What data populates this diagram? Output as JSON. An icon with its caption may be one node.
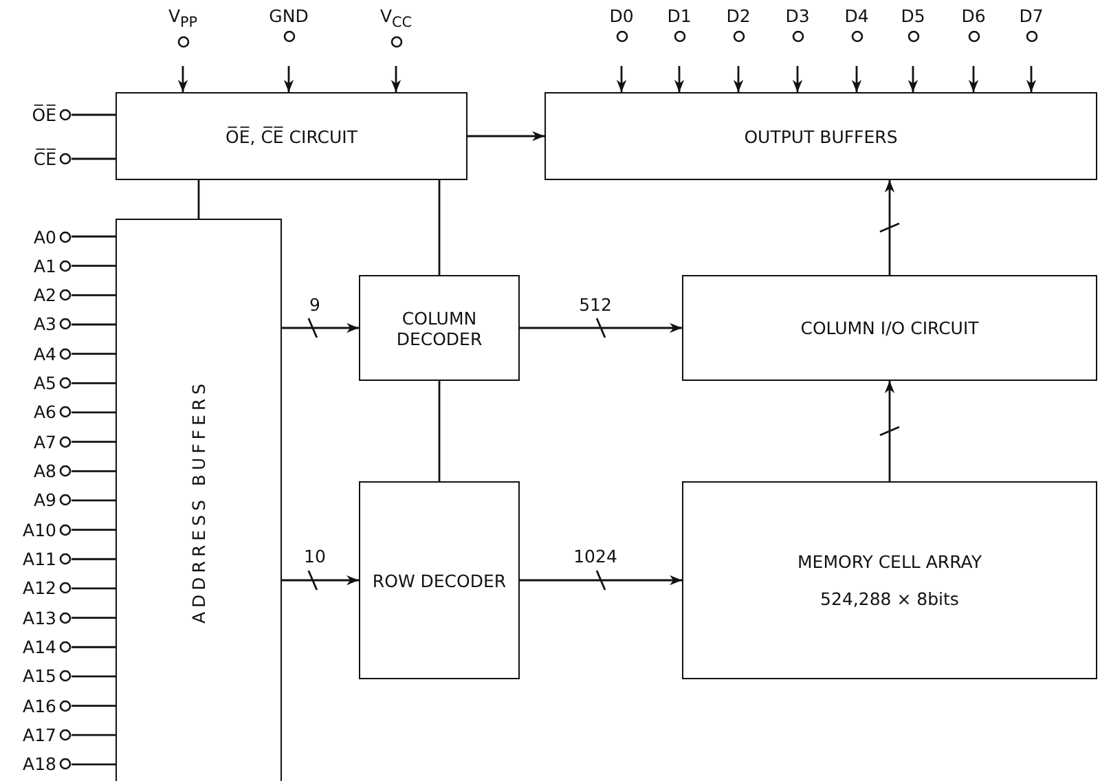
{
  "diagram": {
    "nodes": [
      {
        "text": [
          "O̅E̅, C̅E̅ CIRCUIT"
        ]
      },
      {
        "text": [
          "OUTPUT BUFFERS"
        ]
      },
      {
        "text": [
          "ADDRRESS BUFFERS"
        ]
      },
      {
        "text": [
          "COLUMN DECODER"
        ]
      },
      {
        "text": [
          "COLUMN I/O CIRCUIT"
        ]
      },
      {
        "text": [
          "ROW DECODER"
        ]
      },
      {
        "text": [
          "MEMORY CELL ARRAY",
          "524,288 × 8bits"
        ]
      },
      {
        "text": [
          "V$_{PP}$"
        ]
      },
      {
        "text": [
          "GND"
        ]
      },
      {
        "text": [
          "V$_{CC}$"
        ]
      },
      {
        "text": [
          "D0"
        ]
      },
      {
        "text": [
          "D1"
        ]
      },
      {
        "text": [
          "D2"
        ]
      },
      {
        "text": [
          "D3"
        ]
      },
      {
        "text": [
          "D4"
        ]
      },
      {
        "text": [
          "D5"
        ]
      },
      {
        "text": [
          "D6"
        ]
      },
      {
        "text": [
          "D7"
        ]
      },
      {
        "text": [
          "O̅E̅"
        ]
      },
      {
        "text": [
          "C̅E̅"
        ]
      },
      {
        "text": [
          "A0"
        ]
      },
      {
        "text": [
          "A1"
        ]
      },
      {
        "text": [
          "A2"
        ]
      },
      {
        "text": [
          "A3"
        ]
      },
      {
        "text": [
          "A4"
        ]
      },
      {
        "text": [
          "A5"
        ]
      },
      {
        "text": [
          "A6"
        ]
      },
      {
        "text": [
          "A7"
        ]
      },
      {
        "text": [
          "A8"
        ]
      },
      {
        "text": [
          "A9"
        ]
      },
      {
        "text": [
          "A10"
        ]
      },
      {
        "text": [
          "A11"
        ]
      },
      {
        "text": [
          "A12"
        ]
      },
      {
        "text": [
          "A13"
        ]
      },
      {
        "text": [
          "A14"
        ]
      },
      {
        "text": [
          "A15"
        ]
      },
      {
        "text": [
          "A16"
        ]
      },
      {
        "text": [
          "A17"
        ]
      },
      {
        "text": [
          "A18"
        ]
      }
    ],
    "edges": [
      {
        "from": 7,
        "to": 0,
        "arrow": "to"
      },
      {
        "from": 8,
        "to": 0,
        "arrow": "to"
      },
      {
        "from": 9,
        "to": 0,
        "arrow": "to"
      },
      {
        "from": 10,
        "to": 1,
        "arrow": "to"
      },
      {
        "from": 11,
        "to": 1,
        "arrow": "to"
      },
      {
        "from": 12,
        "to": 1,
        "arrow": "to"
      },
      {
        "from": 13,
        "to": 1,
        "arrow": "to"
      },
      {
        "from": 14,
        "to": 1,
        "arrow": "to"
      },
      {
        "from": 15,
        "to": 1,
        "arrow": "to"
      },
      {
        "from": 16,
        "to": 1,
        "arrow": "to"
      },
      {
        "from": 17,
        "to": 1,
        "arrow": "to"
      },
      {
        "from": 18,
        "to": 0,
        "arrow": "none"
      },
      {
        "from": 19,
        "to": 0,
        "arrow": "none"
      },
      {
        "from": 20,
        "to": 2,
        "arrow": "none"
      },
      {
        "from": 21,
        "to": 2,
        "arrow": "none"
      },
      {
        "from": 22,
        "to": 2,
        "arrow": "none"
      },
      {
        "from": 23,
        "to": 2,
        "arrow": "none"
      },
      {
        "from": 24,
        "to": 2,
        "arrow": "none"
      },
      {
        "from": 25,
        "to": 2,
        "arrow": "none"
      },
      {
        "from": 26,
        "to": 2,
        "arrow": "none"
      },
      {
        "from": 27,
        "to": 2,
        "arrow": "none"
      },
      {
        "from": 28,
        "to": 2,
        "arrow": "none"
      },
      {
        "from": 29,
        "to": 2,
        "arrow": "none"
      },
      {
        "from": 30,
        "to": 2,
        "arrow": "none"
      },
      {
        "from": 31,
        "to": 2,
        "arrow": "none"
      },
      {
        "from": 32,
        "to": 2,
        "arrow": "none"
      },
      {
        "from": 33,
        "to": 2,
        "arrow": "none"
      },
      {
        "from": 34,
        "to": 2,
        "arrow": "none"
      },
      {
        "from": 35,
        "to": 2,
        "arrow": "none"
      },
      {
        "from": 36,
        "to": 2,
        "arrow": "none"
      },
      {
        "from": 37,
        "to": 2,
        "arrow": "none"
      },
      {
        "from": 38,
        "to": 2,
        "arrow": "none"
      },
      {
        "from": 0,
        "to": 1,
        "arrow": "to"
      },
      {
        "from": 0,
        "to": 2,
        "arrow": "none"
      },
      {
        "from": 0,
        "to": 3,
        "arrow": "none"
      },
      {
        "from": 2,
        "to": 3,
        "arrow": "to",
        "label": "9"
      },
      {
        "from": 3,
        "to": 4,
        "arrow": "to",
        "label": "512"
      },
      {
        "from": 3,
        "to": 5,
        "arrow": "none"
      },
      {
        "from": 2,
        "to": 5,
        "arrow": "to",
        "label": "10"
      },
      {
        "from": 5,
        "to": 6,
        "arrow": "to",
        "label": "1024"
      },
      {
        "from": 6,
        "to": 4,
        "arrow": "to"
      },
      {
        "from": 4,
        "to": 1,
        "arrow": "to"
      }
    ]
  }
}
